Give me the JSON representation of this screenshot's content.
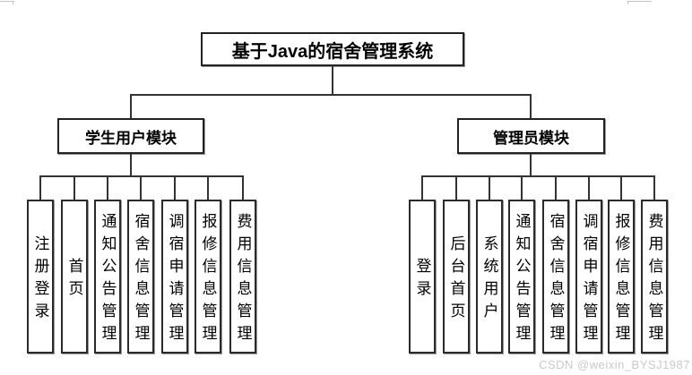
{
  "title": "基于Java的宿舍管理系统",
  "watermark": "CSDN @weixin_BYSJ1987",
  "colors": {
    "background": "#ffffff",
    "box_border": "#222222",
    "connector_line": "#333333",
    "text": "#000000",
    "watermark": "#c9c9c9"
  },
  "modules": [
    {
      "label": "学生用户模块",
      "children": [
        "注册登录",
        "首页",
        "通知公告管理",
        "宿舍信息管理",
        "调宿申请管理",
        "报修信息管理",
        "费用信息管理"
      ]
    },
    {
      "label": "管理员模块",
      "children": [
        "登录",
        "后台首页",
        "系统用户",
        "通知公告管理",
        "宿舍信息管理",
        "调宿申请管理",
        "报修信息管理",
        "费用信息管理"
      ]
    }
  ]
}
